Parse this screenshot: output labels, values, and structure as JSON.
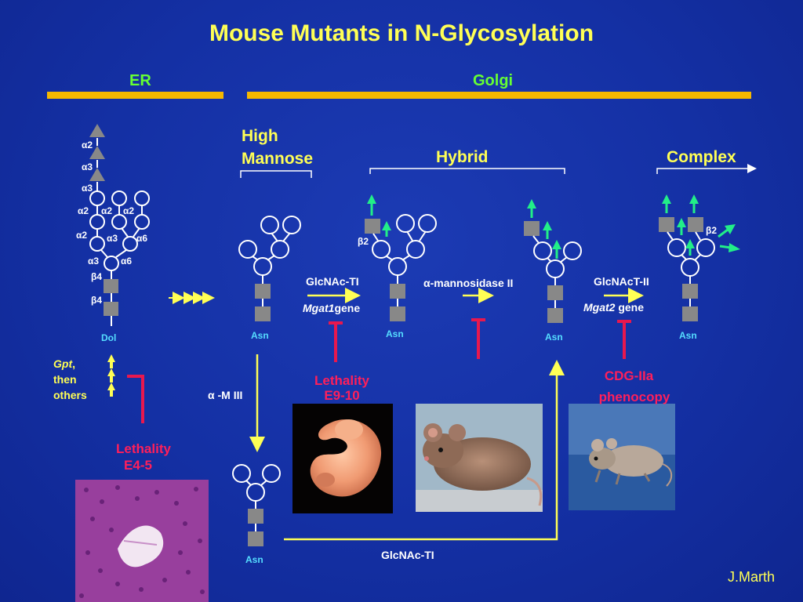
{
  "title": "Mouse Mutants in N-Glycosylation",
  "sections": {
    "er": "ER",
    "golgi": "Golgi"
  },
  "headers": {
    "high_mannose_1": "High",
    "high_mannose_2": "Mannose",
    "hybrid": "Hybrid",
    "complex": "Complex"
  },
  "dol_structure": {
    "bonds": [
      "α2",
      "α3",
      "α3",
      "α2",
      "α2",
      "α2",
      "α2",
      "α3",
      "α6",
      "α3",
      "α6",
      "β4",
      "β4"
    ],
    "anchor": "Dol"
  },
  "asn": "Asn",
  "hybrid_bond": "β2",
  "complex_bond": "β2",
  "steps": {
    "gnt1_enzyme": "GlcNAc-TI",
    "gnt1_gene_italic": "Mgat1",
    "gnt1_gene_suffix": "gene",
    "mannosidase": "α-mannosidase II",
    "gnt2_enzyme": "GlcNAcT-II",
    "gnt2_gene_italic": "Mgat2",
    "gnt2_gene_suffix": "gene",
    "am3": "α -M III",
    "bottom_enzyme": "GlcNAc-TI"
  },
  "gpt": {
    "gene_italic": "Gpt",
    "rest_1": ",",
    "rest_2": "then",
    "rest_3": "others"
  },
  "phenotypes": {
    "gpt_line1": "Lethality",
    "gpt_line2": "E4-5",
    "mgat1_line1": "Lethality",
    "mgat1_line2": "E9-10",
    "mgat2_line1": "CDG-IIa",
    "mgat2_line2": "phenocopy"
  },
  "signature": "J.Marth",
  "icons": [
    "glycan-tree",
    "inhibition-bar",
    "arrow",
    "embryo-photo",
    "mouse-photo",
    "tissue-photo"
  ],
  "colors": {
    "background": "#1530a0",
    "title": "#ffff55",
    "section": "#66ff33",
    "bar": "#f5b800",
    "phenotype": "#ff1f5a",
    "asn": "#55ddff",
    "green_arrow": "#22ee88",
    "residue": "#888888"
  }
}
